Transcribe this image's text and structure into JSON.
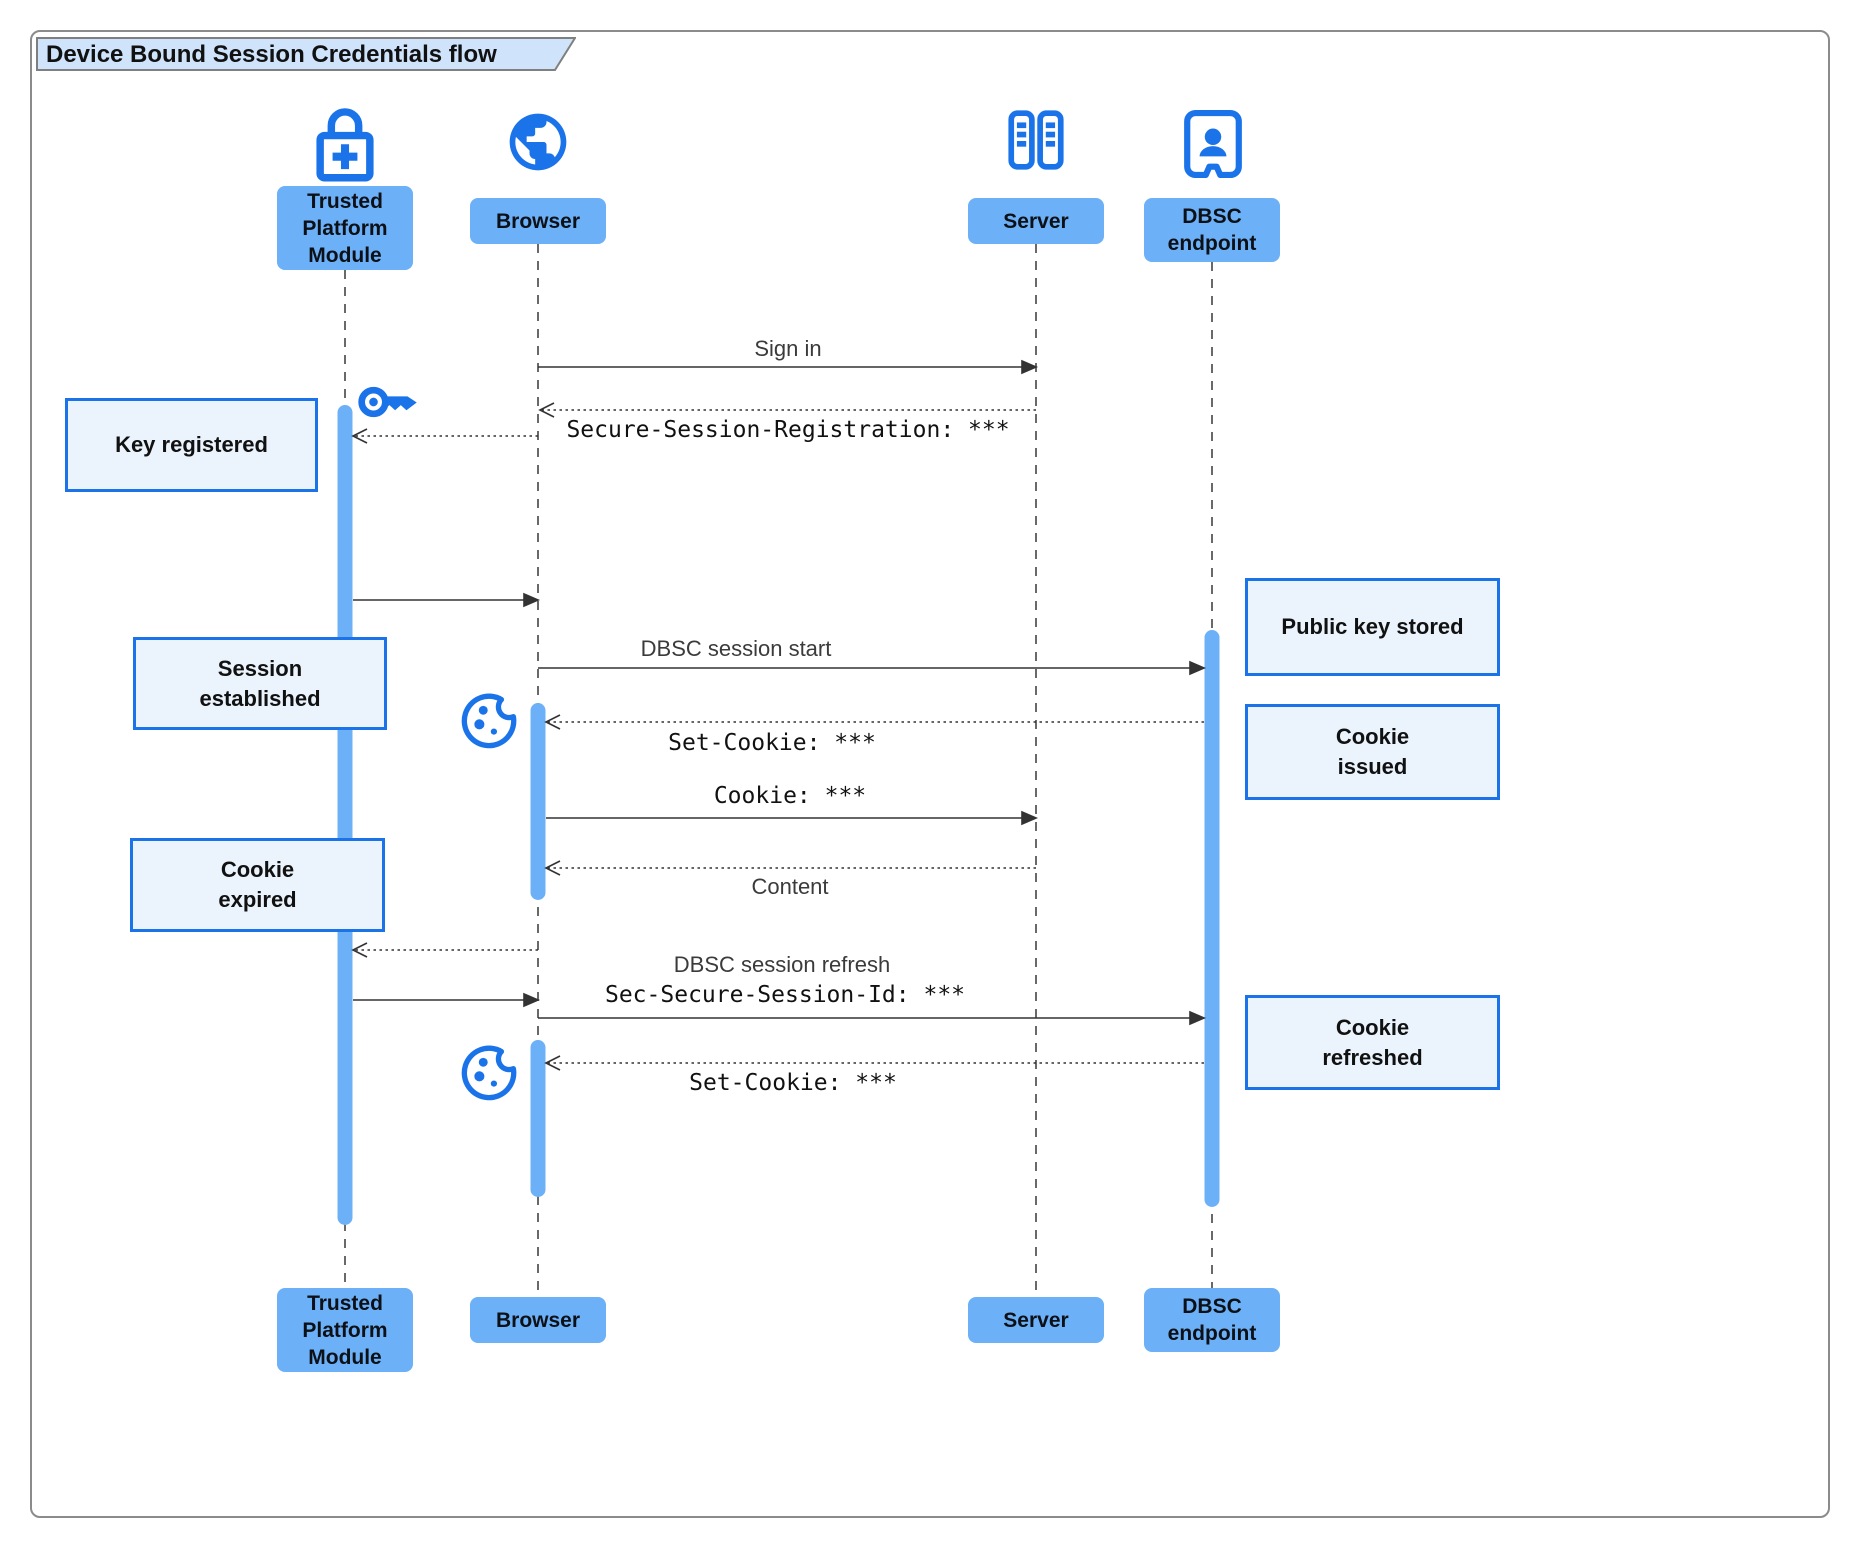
{
  "title": "Device Bound Session Credentials flow",
  "actors": {
    "tpm": {
      "label": "Trusted\nPlatform\nModule",
      "icon": "lock-plus-icon"
    },
    "browser": {
      "label": "Browser",
      "icon": "globe-icon"
    },
    "server": {
      "label": "Server",
      "icon": "server-rack-icon"
    },
    "dbsc": {
      "label": "DBSC\nendpoint",
      "icon": "person-portal-icon"
    }
  },
  "messages": {
    "sign_in": "Sign in",
    "session_registration": "Secure-Session-Registration: ***",
    "dbsc_session_start": "DBSC session start",
    "set_cookie_1": "Set-Cookie: ***",
    "cookie": "Cookie: ***",
    "content": "Content",
    "dbsc_session_refresh": "DBSC session refresh",
    "secure_session_id": "Sec-Secure-Session-Id: ***",
    "set_cookie_2": "Set-Cookie: ***"
  },
  "notes": {
    "key_registered": "Key registered",
    "session_established": "Session\nestablished",
    "cookie_expired": "Cookie\nexpired",
    "public_key_stored": "Public key stored",
    "cookie_issued": "Cookie\nissued",
    "cookie_refreshed": "Cookie\nrefreshed"
  },
  "colors": {
    "accent_blue": "#1a73e8",
    "actor_fill": "#6cb0f7",
    "note_fill": "#ebf3fd",
    "title_tab_fill": "#cfe3fb",
    "frame_border": "#8b8b8b",
    "line": "#333333"
  }
}
